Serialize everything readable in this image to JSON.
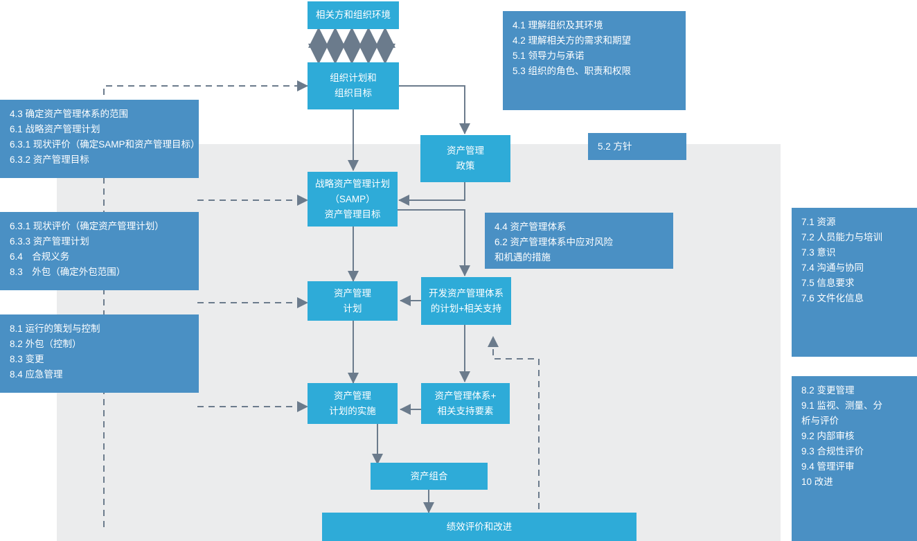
{
  "diagram": {
    "title_nodes": {
      "stakeholders": "相关方和组织环境",
      "org_plan": "组织计划和\n组织目标",
      "am_policy": "资产管理\n政策",
      "samp": "战略资产管理计划\n（SAMP）\n资产管理目标",
      "am_plan": "资产管理\n计划",
      "develop_plan": "开发资产管理体系\n的计划+相关支持",
      "implement": "资产管理\n计划的实施",
      "ams_support": "资产管理体系+\n相关支持要素",
      "portfolio": "资产组合",
      "performance": "绩效评价和改进",
      "policy_52": "5.2 方针"
    },
    "nodes": [
      {
        "key": "stakeholders",
        "lines": [
          "相关方和组织环境"
        ]
      },
      {
        "key": "org_plan",
        "lines": [
          "组织计划和",
          "组织目标"
        ]
      },
      {
        "key": "am_policy",
        "lines": [
          "资产管理",
          "政策"
        ]
      },
      {
        "key": "samp",
        "lines": [
          "战略资产管理计划",
          "（SAMP）",
          "资产管理目标"
        ]
      },
      {
        "key": "am_plan",
        "lines": [
          "资产管理",
          "计划"
        ]
      },
      {
        "key": "develop_plan",
        "lines": [
          "开发资产管理体系",
          "的计划+相关支持"
        ]
      },
      {
        "key": "implement",
        "lines": [
          "资产管理",
          "计划的实施"
        ]
      },
      {
        "key": "ams_support",
        "lines": [
          "资产管理体系+",
          "相关支持要素"
        ]
      },
      {
        "key": "portfolio",
        "lines": [
          "资产组合"
        ]
      },
      {
        "key": "performance",
        "lines": [
          "绩效评价和改进"
        ]
      }
    ],
    "notes": {
      "top_right": [
        "4.1 理解组织及其环境",
        "4.2 理解相关方的需求和期望",
        "5.1 领导力与承诺",
        "5.3 组织的角色、职责和权限"
      ],
      "policy_label": "5.2 方针",
      "left_top": [
        "4.3 确定资产管理体系的范围",
        "6.1 战略资产管理计划",
        "6.3.1 现状评价（确定SAMP和资产管理目标）",
        "6.3.2 资产管理目标"
      ],
      "left_mid": [
        "6.3.1 现状评价（确定资产管理计划）",
        "6.3.3 资产管理计划",
        "6.4　合规义务",
        "8.3　外包（确定外包范围）"
      ],
      "left_bottom": [
        "8.1 运行的策划与控制",
        "8.2 外包（控制）",
        "8.3 变更",
        "8.4 应急管理"
      ],
      "center_right": [
        "4.4 资产管理体系",
        "6.2 资产管理体系中应对风险",
        "和机遇的措施"
      ],
      "right_top": [
        "7.1 资源",
        "7.2 人员能力与培训",
        "7.3 意识",
        "7.4 沟通与协同",
        "7.5 信息要求",
        "7.6 文件化信息"
      ],
      "right_bottom": [
        "8.2 变更管理",
        "9.1 监视、测量、分",
        "析与评价",
        "9.2 内部审核",
        "9.3 合规性评价",
        "9.4 管理评审",
        "10 改进"
      ]
    },
    "colors": {
      "cyan": "#2eabd8",
      "blue": "#4a90c4",
      "band": "#ebeced",
      "connector": "#6b7b8c",
      "text": "#ffffff"
    }
  }
}
